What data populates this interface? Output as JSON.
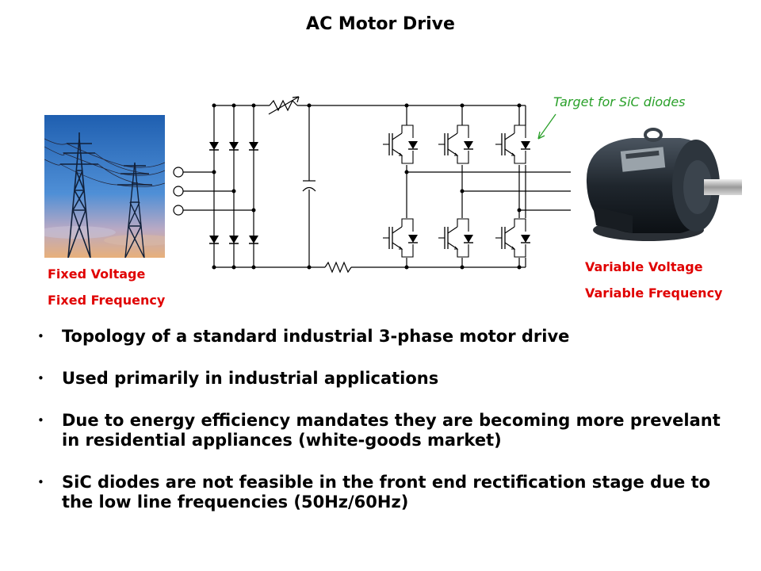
{
  "slide": {
    "title": "AC Motor Drive"
  },
  "diagram": {
    "input_labels": [
      "Fixed Voltage",
      "Fixed Frequency"
    ],
    "output_labels": [
      "Variable Voltage",
      "Variable Frequency"
    ],
    "annotation": "Target for SiC diodes",
    "colors": {
      "label_red": "#e00000",
      "annotation_green": "#2aa02a",
      "wire": "#000000"
    }
  },
  "bullets": [
    {
      "text": "Topology of a standard industrial 3-phase motor drive"
    },
    {
      "text": "Used primarily in industrial applications"
    },
    {
      "text": "Due to energy efficiency mandates they are becoming more prevelant in residential appliances (white-goods market)"
    },
    {
      "text": "SiC diodes are not feasible in the front end rectification stage due to the low line frequencies (50Hz/60Hz)"
    }
  ]
}
